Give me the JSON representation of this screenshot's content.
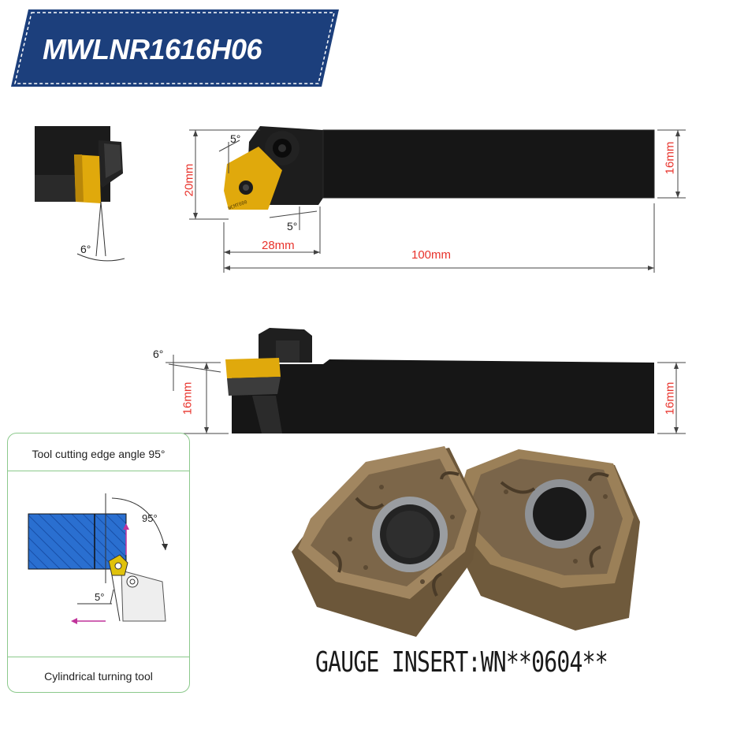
{
  "title": "MWLNR1616H06",
  "top_view": {
    "dim_width_angle": "5°",
    "dim_height": "20mm",
    "dim_head_length": "28mm",
    "dim_total_length": "100mm",
    "dim_shank": "16mm",
    "dim_lower_angle": "5°",
    "insert_marking": "WCMT080"
  },
  "end_view": {
    "angle": "6°"
  },
  "side_view": {
    "angle": "6°",
    "dim_left": "16mm",
    "dim_right": "16mm"
  },
  "info_box": {
    "title": "Tool cutting edge angle 95°",
    "angle_95": "95°",
    "angle_5": "5°",
    "footer": "Cylindrical turning tool"
  },
  "gauge_insert": "GAUGE INSERT:WN**0604**",
  "colors": {
    "banner": "#1c3f7c",
    "dimension": "#e8322b",
    "holder": "#141414",
    "insert_gold": "#e0a90c",
    "workpiece": "#2a6fd0",
    "insert_bronze": "#9b8058"
  }
}
